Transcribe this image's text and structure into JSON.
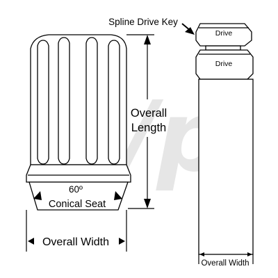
{
  "watermark": "d/p",
  "lug_nut": {
    "angle": "60º",
    "seat": "Conical Seat",
    "length_line1": "Overall",
    "length_line2": "Length",
    "width": "Overall Width"
  },
  "socket_key": {
    "title": "Spline Drive Key",
    "drive_top": "Drive",
    "drive_bottom": "Drive",
    "width": "Overall Width"
  }
}
